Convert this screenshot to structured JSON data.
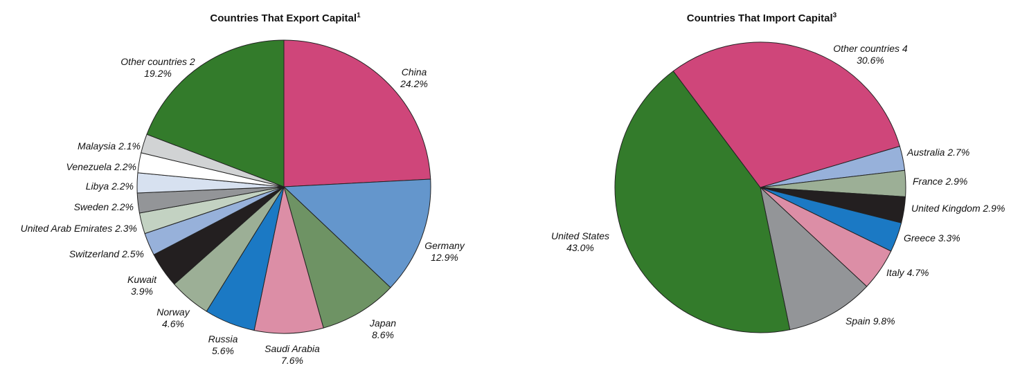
{
  "chart_data": [
    {
      "type": "pie",
      "title": "Countries That Export Capital",
      "title_footnote": "1",
      "unit": "%",
      "slices": [
        {
          "label": "China",
          "value": 24.2,
          "color": "#cf467a"
        },
        {
          "label": "Germany",
          "value": 12.9,
          "color": "#6496cc"
        },
        {
          "label": "Japan",
          "value": 8.6,
          "color": "#6e9364"
        },
        {
          "label": "Saudi Arabia",
          "value": 7.6,
          "color": "#dc8ea6"
        },
        {
          "label": "Russia",
          "value": 5.6,
          "color": "#1b79c4"
        },
        {
          "label": "Norway",
          "value": 4.6,
          "color": "#9caf96"
        },
        {
          "label": "Kuwait",
          "value": 3.9,
          "color": "#231f20"
        },
        {
          "label": "Switzerland",
          "value": 2.5,
          "color": "#97b1da"
        },
        {
          "label": "United Arab Emirates",
          "value": 2.3,
          "color": "#c3d2c2"
        },
        {
          "label": "Sweden",
          "value": 2.2,
          "color": "#939598"
        },
        {
          "label": "Libya",
          "value": 2.2,
          "color": "#d7e1f0"
        },
        {
          "label": "Venezuela",
          "value": 2.2,
          "color": "#ffffff"
        },
        {
          "label": "Malaysia",
          "value": 2.1,
          "color": "#d1d3d4"
        },
        {
          "label": "Other countries",
          "label_footnote": "2",
          "value": 19.2,
          "color": "#337b2b"
        }
      ],
      "label_texts": [
        [
          "China",
          "24.2%"
        ],
        [
          "Germany",
          "12.9%"
        ],
        [
          "Japan",
          "8.6%"
        ],
        [
          "Saudi Arabia",
          "7.6%"
        ],
        [
          "Russia",
          "5.6%"
        ],
        [
          "Norway",
          "4.6%"
        ],
        [
          "Kuwait",
          "3.9%"
        ],
        [
          "Switzerland 2.5%"
        ],
        [
          "United Arab Emirates 2.3%"
        ],
        [
          "Sweden 2.2%"
        ],
        [
          "Libya 2.2%"
        ],
        [
          "Venezuela 2.2%"
        ],
        [
          "Malaysia 2.1%"
        ],
        [
          "Other countries 2",
          "19.2%"
        ]
      ]
    },
    {
      "type": "pie",
      "title": "Countries That Import Capital",
      "title_footnote": "3",
      "unit": "%",
      "slices": [
        {
          "label": "Australia",
          "value": 2.7,
          "color": "#97b1da"
        },
        {
          "label": "France",
          "value": 2.9,
          "color": "#9caf96"
        },
        {
          "label": "United Kingdom",
          "value": 2.9,
          "color": "#231f20"
        },
        {
          "label": "Greece",
          "value": 3.3,
          "color": "#1b79c4"
        },
        {
          "label": "Italy",
          "value": 4.7,
          "color": "#dc8ea6"
        },
        {
          "label": "Spain",
          "value": 9.8,
          "color": "#939598"
        },
        {
          "label": "United States",
          "value": 43.0,
          "color": "#337b2b"
        },
        {
          "label": "Other countries",
          "label_footnote": "4",
          "value": 30.6,
          "color": "#cf467a"
        }
      ],
      "label_texts": [
        [
          "Australia 2.7%"
        ],
        [
          "France 2.9%"
        ],
        [
          "United Kingdom 2.9%"
        ],
        [
          "Greece 3.3%"
        ],
        [
          "Italy 4.7%"
        ],
        [
          "Spain 9.8%"
        ],
        [
          "United States",
          "43.0%"
        ],
        [
          "Other countries 4",
          "30.6%"
        ]
      ]
    }
  ]
}
